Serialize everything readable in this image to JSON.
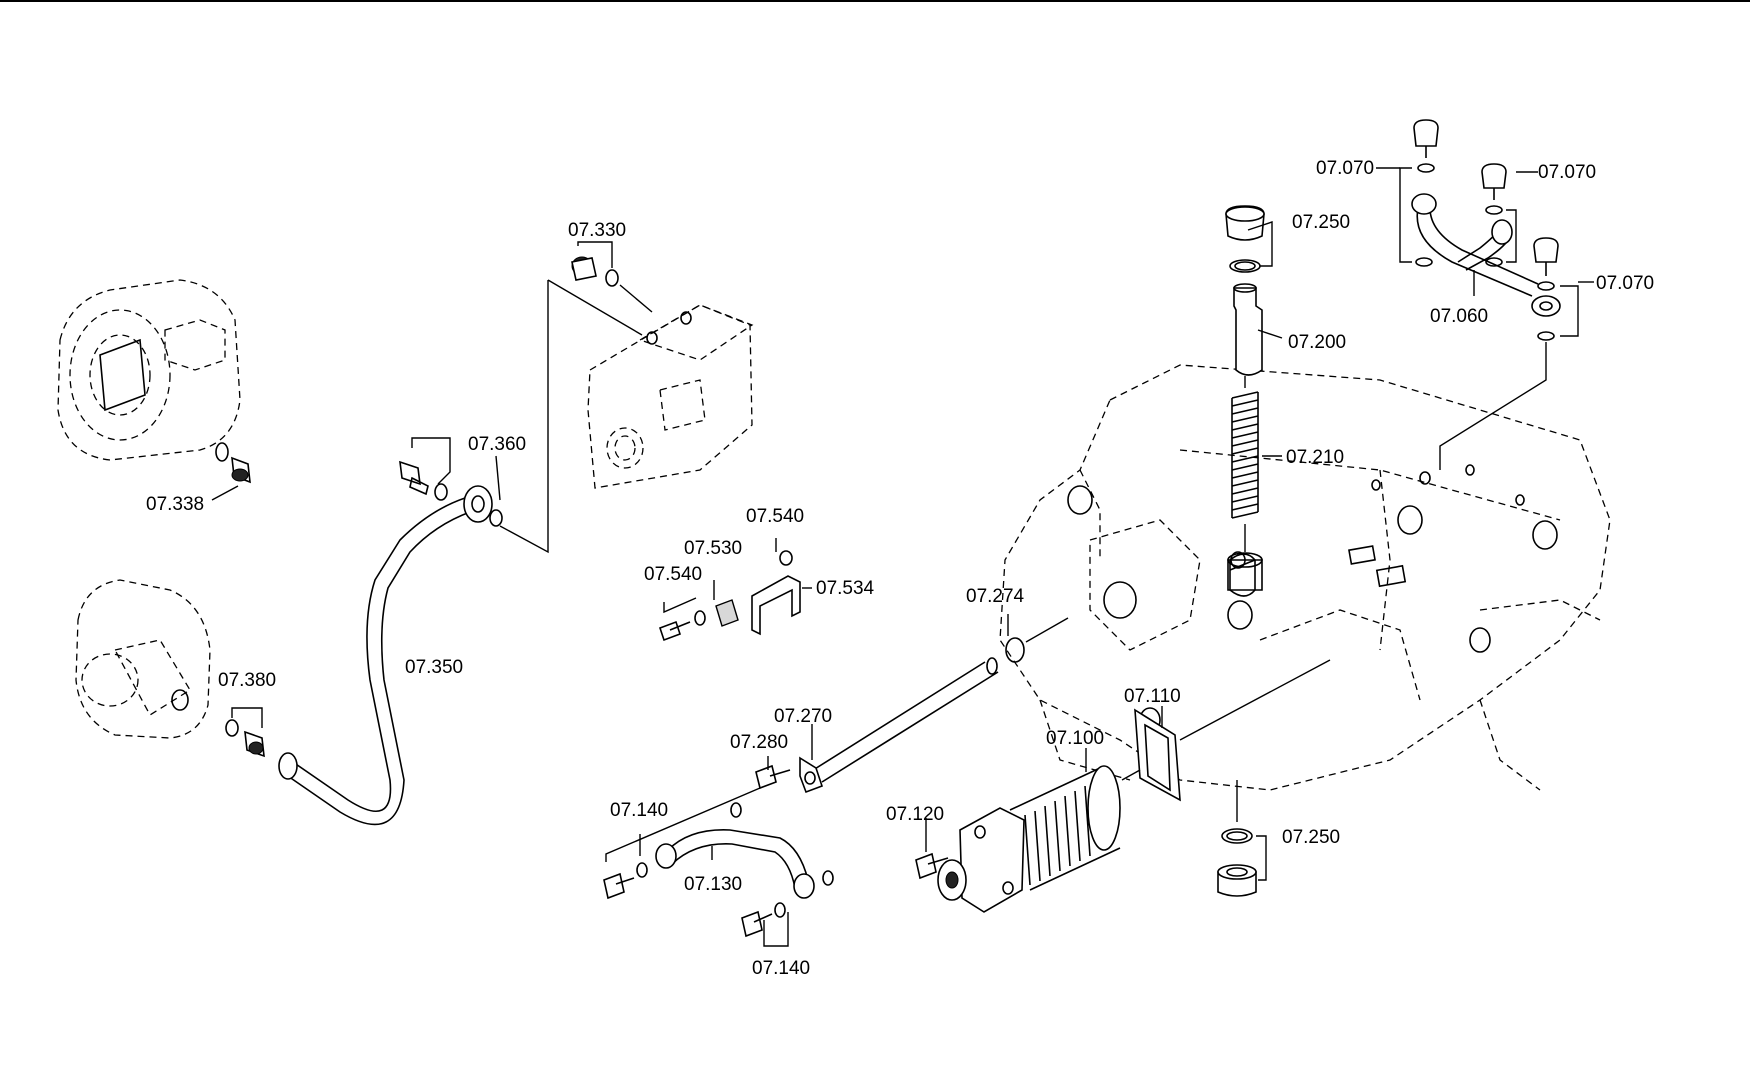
{
  "callouts": {
    "c07_330": "07.330",
    "c07_338": "07.338",
    "c07_360": "07.360",
    "c07_350": "07.350",
    "c07_380": "07.380",
    "c07_540a": "07.540",
    "c07_530": "07.530",
    "c07_540b": "07.540",
    "c07_534": "07.534",
    "c07_274": "07.274",
    "c07_270": "07.270",
    "c07_280": "07.280",
    "c07_140a": "07.140",
    "c07_130": "07.130",
    "c07_140b": "07.140",
    "c07_120": "07.120",
    "c07_100": "07.100",
    "c07_110": "07.110",
    "c07_250a": "07.250",
    "c07_200": "07.200",
    "c07_210": "07.210",
    "c07_250b": "07.250",
    "c07_070a": "07.070",
    "c07_070b": "07.070",
    "c07_070c": "07.070",
    "c07_060": "07.060"
  },
  "colors": {
    "line": "#000000",
    "background": "#ffffff"
  }
}
